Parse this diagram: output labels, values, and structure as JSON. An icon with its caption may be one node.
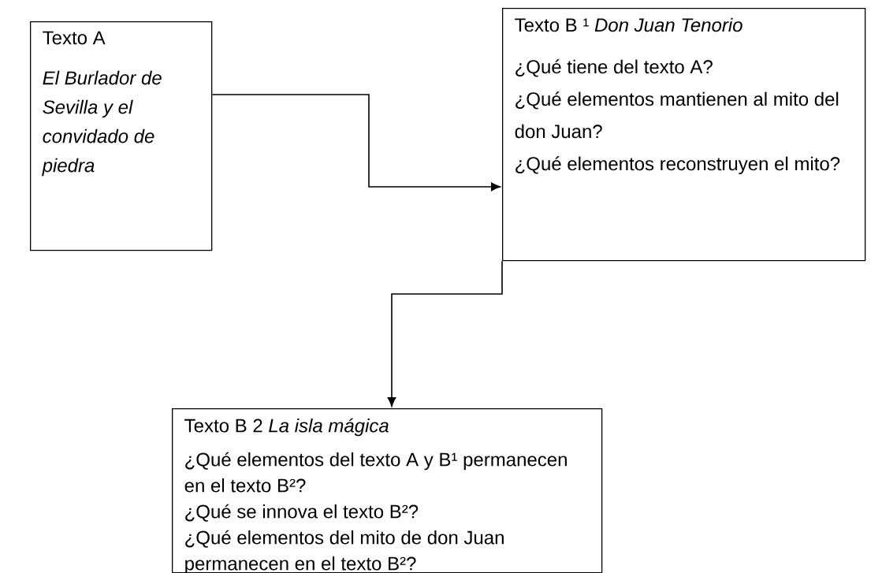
{
  "diagram": {
    "nodes": [
      {
        "text": [
          "Texto A",
          "El Burlador de Sevilla y el convidado de piedra"
        ]
      },
      {
        "text": [
          "Texto B ¹ *Don Juan Tenorio*",
          "¿Qué tiene del texto A?",
          "¿Qué elementos mantienen al mito del don Juan?",
          "¿Qué elementos reconstruyen el mito?"
        ]
      },
      {
        "text": [
          "Texto B 2 *La isla mágica*",
          "¿Qué elementos del texto A y B¹ permanecen en el texto B²?",
          "¿Qué se innova el texto B²?",
          "¿Qué elementos del mito de don Juan permanecen en el texto B²?"
        ]
      }
    ],
    "edges": [
      {
        "from": 0,
        "to": 1,
        "arrow": "to"
      },
      {
        "from": 1,
        "to": 2,
        "arrow": "to"
      }
    ]
  }
}
